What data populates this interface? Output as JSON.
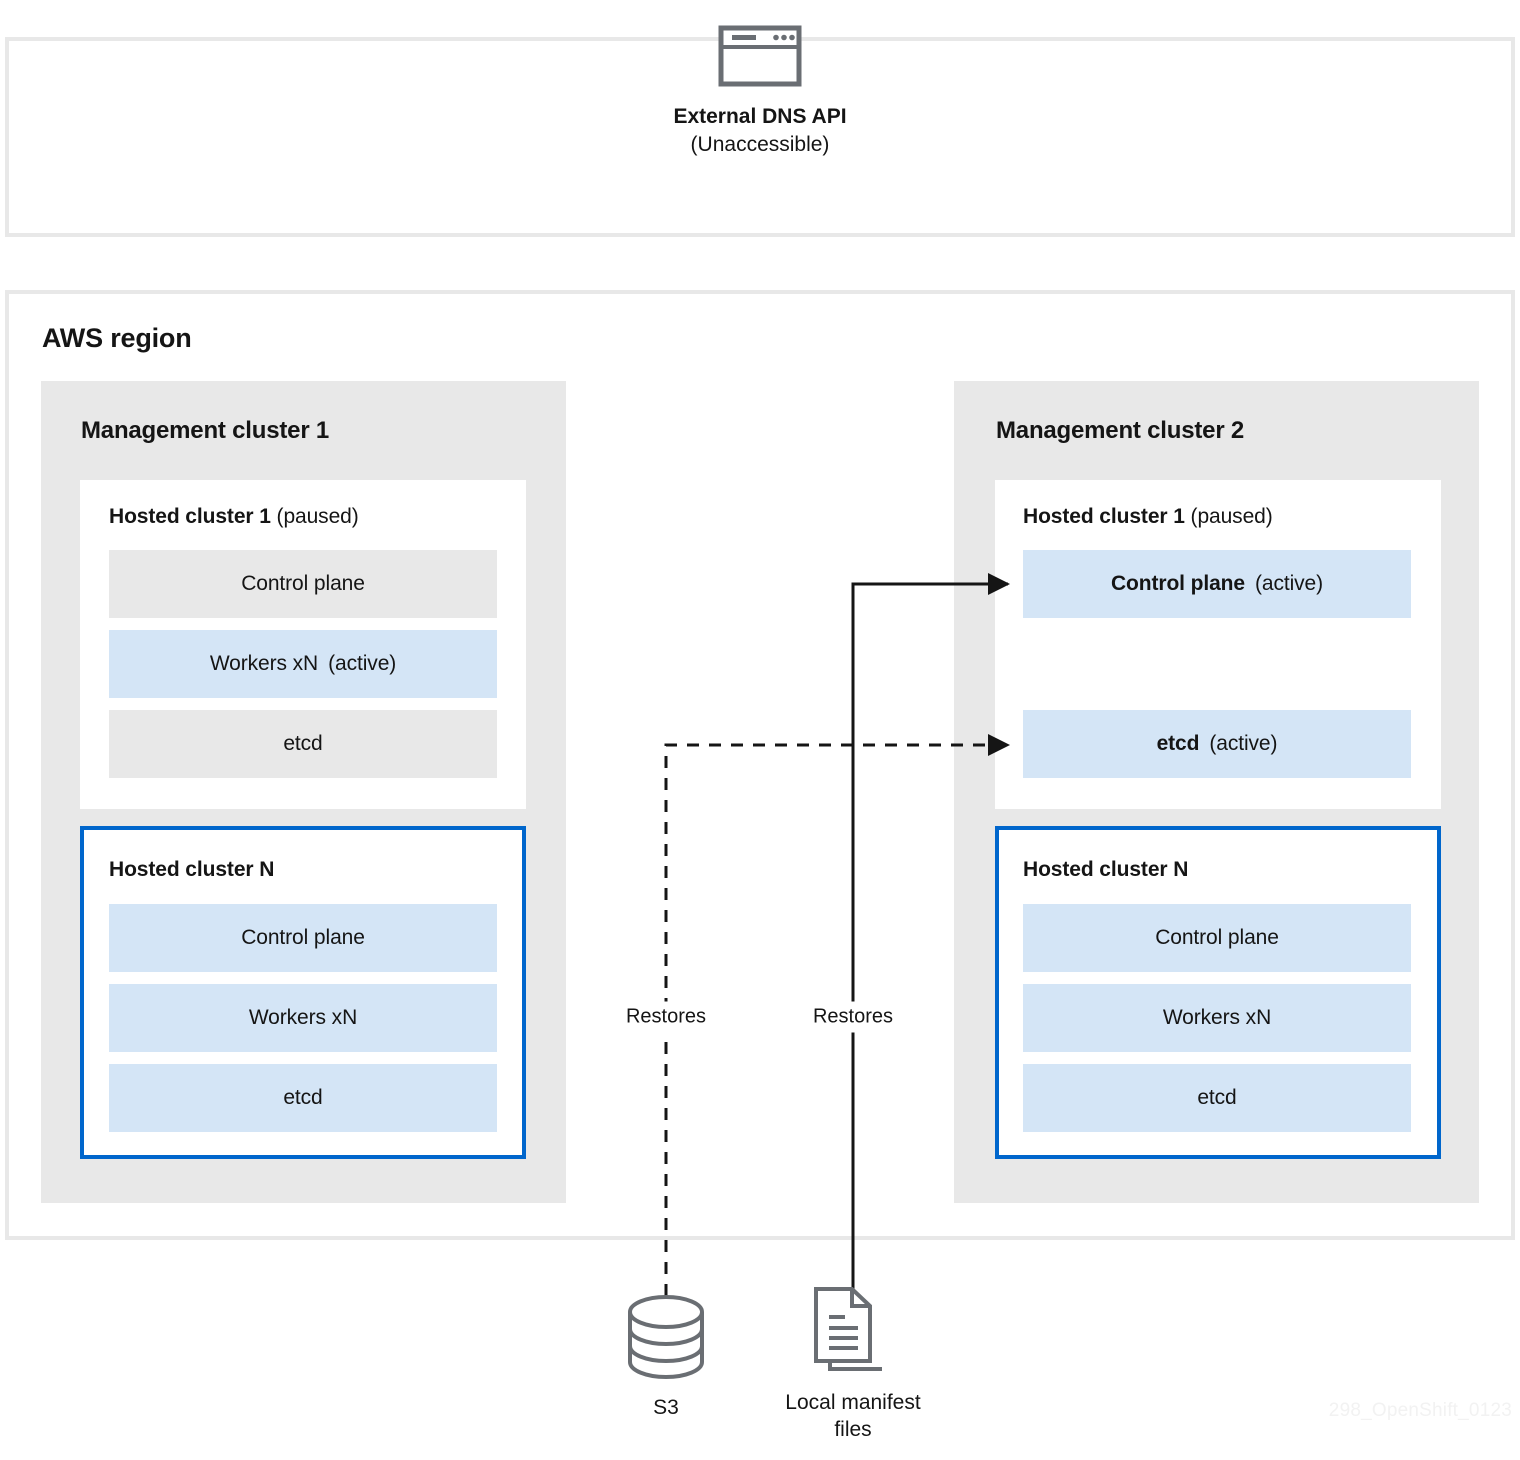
{
  "diagram": {
    "title": "AWS region",
    "watermark": "298_OpenShift_0123"
  },
  "external_dns": {
    "icon": "browser-window-icon",
    "label": "External DNS API",
    "sub_label": "(Unaccessible)"
  },
  "management_clusters": [
    {
      "id": "mgmt-1",
      "title": "Management cluster 1",
      "hosted_clusters": [
        {
          "id": "hc-1-left",
          "title": "Hosted cluster 1",
          "status": "(paused)",
          "highlighted": false,
          "components": [
            {
              "name": "Control plane",
              "status": "",
              "state": "gray"
            },
            {
              "name": "Workers xN",
              "status": "(active)",
              "state": "blue"
            },
            {
              "name": "etcd",
              "status": "",
              "state": "gray"
            }
          ]
        },
        {
          "id": "hc-n-left",
          "title": "Hosted cluster N",
          "status": "",
          "highlighted": true,
          "components": [
            {
              "name": "Control plane",
              "status": "",
              "state": "blue"
            },
            {
              "name": "Workers xN",
              "status": "",
              "state": "blue"
            },
            {
              "name": "etcd",
              "status": "",
              "state": "blue"
            }
          ]
        }
      ]
    },
    {
      "id": "mgmt-2",
      "title": "Management cluster 2",
      "hosted_clusters": [
        {
          "id": "hc-1-right",
          "title": "Hosted cluster 1",
          "status": "(paused)",
          "highlighted": false,
          "components": [
            {
              "name": "Control plane",
              "status": "(active)",
              "state": "blue"
            },
            {
              "name": "etcd",
              "status": "(active)",
              "state": "blue"
            }
          ]
        },
        {
          "id": "hc-n-right",
          "title": "Hosted cluster N",
          "status": "",
          "highlighted": true,
          "components": [
            {
              "name": "Control plane",
              "status": "",
              "state": "blue"
            },
            {
              "name": "Workers xN",
              "status": "",
              "state": "blue"
            },
            {
              "name": "etcd",
              "status": "",
              "state": "blue"
            }
          ]
        }
      ]
    }
  ],
  "storage_nodes": [
    {
      "id": "s3",
      "icon": "database-cylinder-icon",
      "label": "S3"
    },
    {
      "id": "manifest",
      "icon": "document-stack-icon",
      "label": "Local manifest\nfiles"
    }
  ],
  "connectors": [
    {
      "id": "restores-s3",
      "label": "Restores",
      "style": "dashed",
      "from": "s3",
      "to": "hc-1-right.etcd"
    },
    {
      "id": "restores-manifest",
      "label": "Restores",
      "style": "solid",
      "from": "manifest",
      "to": "hc-1-right.control-plane"
    }
  ],
  "colors": {
    "accent_blue": "#0066cc",
    "fill_blue": "#d4e5f6",
    "fill_gray": "#e8e8e8",
    "text": "#151515",
    "icon_stroke": "#6a6e73"
  }
}
